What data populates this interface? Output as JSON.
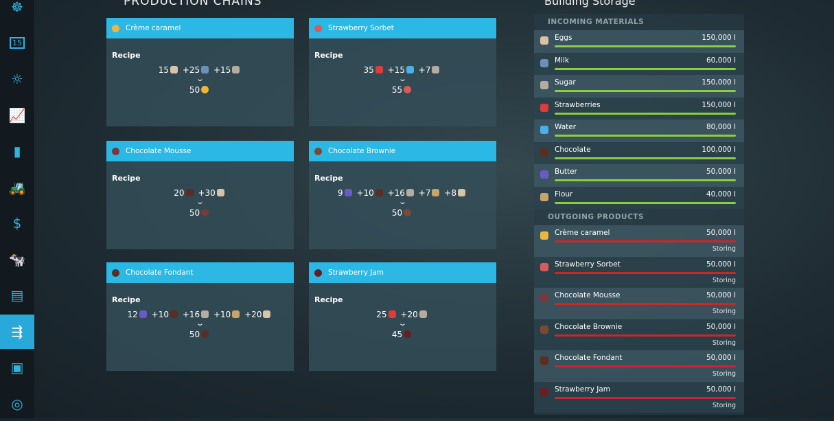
{
  "sidebar": {
    "icons": [
      "steering-wheel-icon",
      "calendar-icon",
      "weather-icon",
      "prices-icon",
      "statistics-icon",
      "vehicles-icon",
      "finances-icon",
      "animals-icon",
      "contracts-icon",
      "production-icon",
      "tutorial-icon",
      "multiplayer-icon"
    ],
    "calendar_day": "15",
    "active": "production-icon"
  },
  "titles": {
    "production": "PRODUCTION CHAINS",
    "storage": "Building Storage"
  },
  "recipe_label": "Recipe",
  "chains": [
    {
      "name": "Crème caramel",
      "color": "#f0b63a",
      "inputs": [
        {
          "qty": "15",
          "item": "Eggs",
          "color": "#d9c3a5"
        },
        {
          "qty": "+25",
          "item": "Milk",
          "color": "#6a8fb8"
        },
        {
          "qty": "+15",
          "item": "Sugar",
          "color": "#b5aba0"
        }
      ],
      "output": "50"
    },
    {
      "name": "Strawberry Sorbet",
      "color": "#d85a5a",
      "inputs": [
        {
          "qty": "35",
          "item": "Strawberries",
          "color": "#e03a3a"
        },
        {
          "qty": "+15",
          "item": "Water",
          "color": "#4ab0e8"
        },
        {
          "qty": "+7",
          "item": "Sugar",
          "color": "#b5aba0"
        }
      ],
      "output": "55"
    },
    {
      "name": "Chocolate Mousse",
      "color": "#7a3a3a",
      "inputs": [
        {
          "qty": "20",
          "item": "Chocolate",
          "color": "#5a2e22"
        },
        {
          "qty": "+30",
          "item": "Eggs",
          "color": "#d9c3a5"
        }
      ],
      "output": "50"
    },
    {
      "name": "Chocolate Brownie",
      "color": "#7a4a34",
      "inputs": [
        {
          "qty": "9",
          "item": "Butter",
          "color": "#6a5ac8"
        },
        {
          "qty": "+10",
          "item": "Chocolate",
          "color": "#5a2e22"
        },
        {
          "qty": "+16",
          "item": "Sugar",
          "color": "#b5aba0"
        },
        {
          "qty": "+7",
          "item": "Flour",
          "color": "#c9a36a"
        },
        {
          "qty": "+8",
          "item": "Eggs",
          "color": "#d9c3a5"
        }
      ],
      "output": "50"
    },
    {
      "name": "Chocolate Fondant",
      "color": "#5a2e22",
      "inputs": [
        {
          "qty": "12",
          "item": "Butter",
          "color": "#6a5ac8"
        },
        {
          "qty": "+10",
          "item": "Chocolate",
          "color": "#5a2e22"
        },
        {
          "qty": "+16",
          "item": "Sugar",
          "color": "#b5aba0"
        },
        {
          "qty": "+10",
          "item": "Flour",
          "color": "#c9a36a"
        },
        {
          "qty": "+20",
          "item": "Eggs",
          "color": "#d9c3a5"
        }
      ],
      "output": "50"
    },
    {
      "name": "Strawberry Jam",
      "color": "#6a1e22",
      "inputs": [
        {
          "qty": "25",
          "item": "Strawberries",
          "color": "#e03a3a"
        },
        {
          "qty": "+20",
          "item": "Sugar",
          "color": "#b5aba0"
        }
      ],
      "output": "45"
    }
  ],
  "storage": {
    "incoming_label": "INCOMING MATERIALS",
    "incoming": [
      {
        "name": "Eggs",
        "value": "150,000 l",
        "fill": 1.0,
        "color": "#d9c3a5"
      },
      {
        "name": "Milk",
        "value": "60,000 l",
        "fill": 1.0,
        "color": "#6a8fb8"
      },
      {
        "name": "Sugar",
        "value": "150,000 l",
        "fill": 1.0,
        "color": "#b5aba0"
      },
      {
        "name": "Strawberries",
        "value": "150,000 l",
        "fill": 1.0,
        "color": "#e03a3a"
      },
      {
        "name": "Water",
        "value": "80,000 l",
        "fill": 1.0,
        "color": "#4ab0e8"
      },
      {
        "name": "Chocolate",
        "value": "100,000 l",
        "fill": 1.0,
        "color": "#5a2e22"
      },
      {
        "name": "Butter",
        "value": "50,000 l",
        "fill": 1.0,
        "color": "#6a5ac8"
      },
      {
        "name": "Flour",
        "value": "40,000 l",
        "fill": 1.0,
        "color": "#c9a36a"
      }
    ],
    "outgoing_label": "OUTGOING PRODUCTS",
    "outgoing": [
      {
        "name": "Crème caramel",
        "value": "50,000 l",
        "status": "Storing",
        "fill": 1.0,
        "color": "#f0b63a"
      },
      {
        "name": "Strawberry Sorbet",
        "value": "50,000 l",
        "status": "Storing",
        "fill": 1.0,
        "color": "#d85a5a"
      },
      {
        "name": "Chocolate Mousse",
        "value": "50,000 l",
        "status": "Storing",
        "fill": 1.0,
        "color": "#7a3a3a"
      },
      {
        "name": "Chocolate Brownie",
        "value": "50,000 l",
        "status": "Storing",
        "fill": 1.0,
        "color": "#7a4a34"
      },
      {
        "name": "Chocolate Fondant",
        "value": "50,000 l",
        "status": "Storing",
        "fill": 1.0,
        "color": "#5a2e22"
      },
      {
        "name": "Strawberry Jam",
        "value": "50,000 l",
        "status": "Storing",
        "fill": 1.0,
        "color": "#6a1e22"
      }
    ],
    "incoming_bar_color": "#8ccf3a",
    "outgoing_bar_color": "#d2232a"
  }
}
